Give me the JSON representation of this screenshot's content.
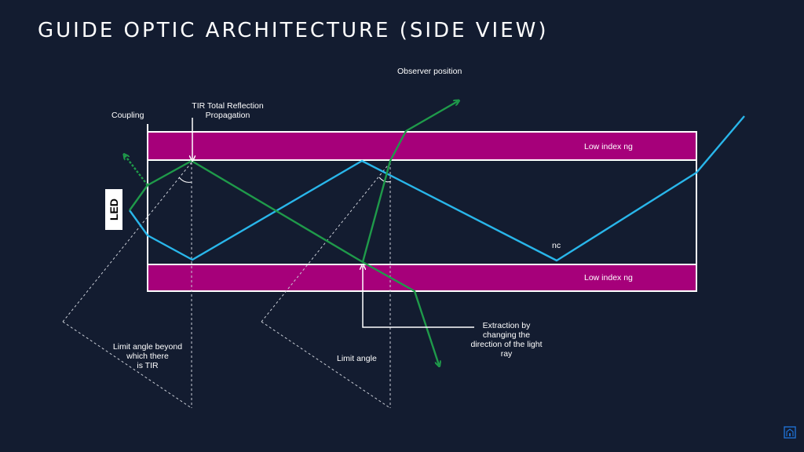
{
  "page": {
    "title": "GUIDE OPTIC ARCHITECTURE (SIDE VIEW)"
  },
  "labels": {
    "observer": "Observer position",
    "coupling": "Coupling",
    "tir_line1": "TIR Total Reflection",
    "tir_line2": "Propagation",
    "cladding_top": "Low index ng",
    "cladding_bottom": "Low index ng",
    "core": "nc",
    "led": "LED",
    "extraction_line1": "Extraction by",
    "extraction_line2": "changing the",
    "extraction_line3": "direction of the light",
    "extraction_line4": "ray",
    "limit_tir_line1": "Limit angle beyond",
    "limit_tir_line2": "which there",
    "limit_tir_line3": "is TIR",
    "limit_angle": "Limit angle"
  },
  "colors": {
    "background": "#131c30",
    "cladding": "#a6007a",
    "ray_blue": "#29b6ea",
    "ray_green": "#1f9a4a",
    "outline": "#ffffff"
  },
  "icons": {
    "logo": "building-logo-icon"
  }
}
